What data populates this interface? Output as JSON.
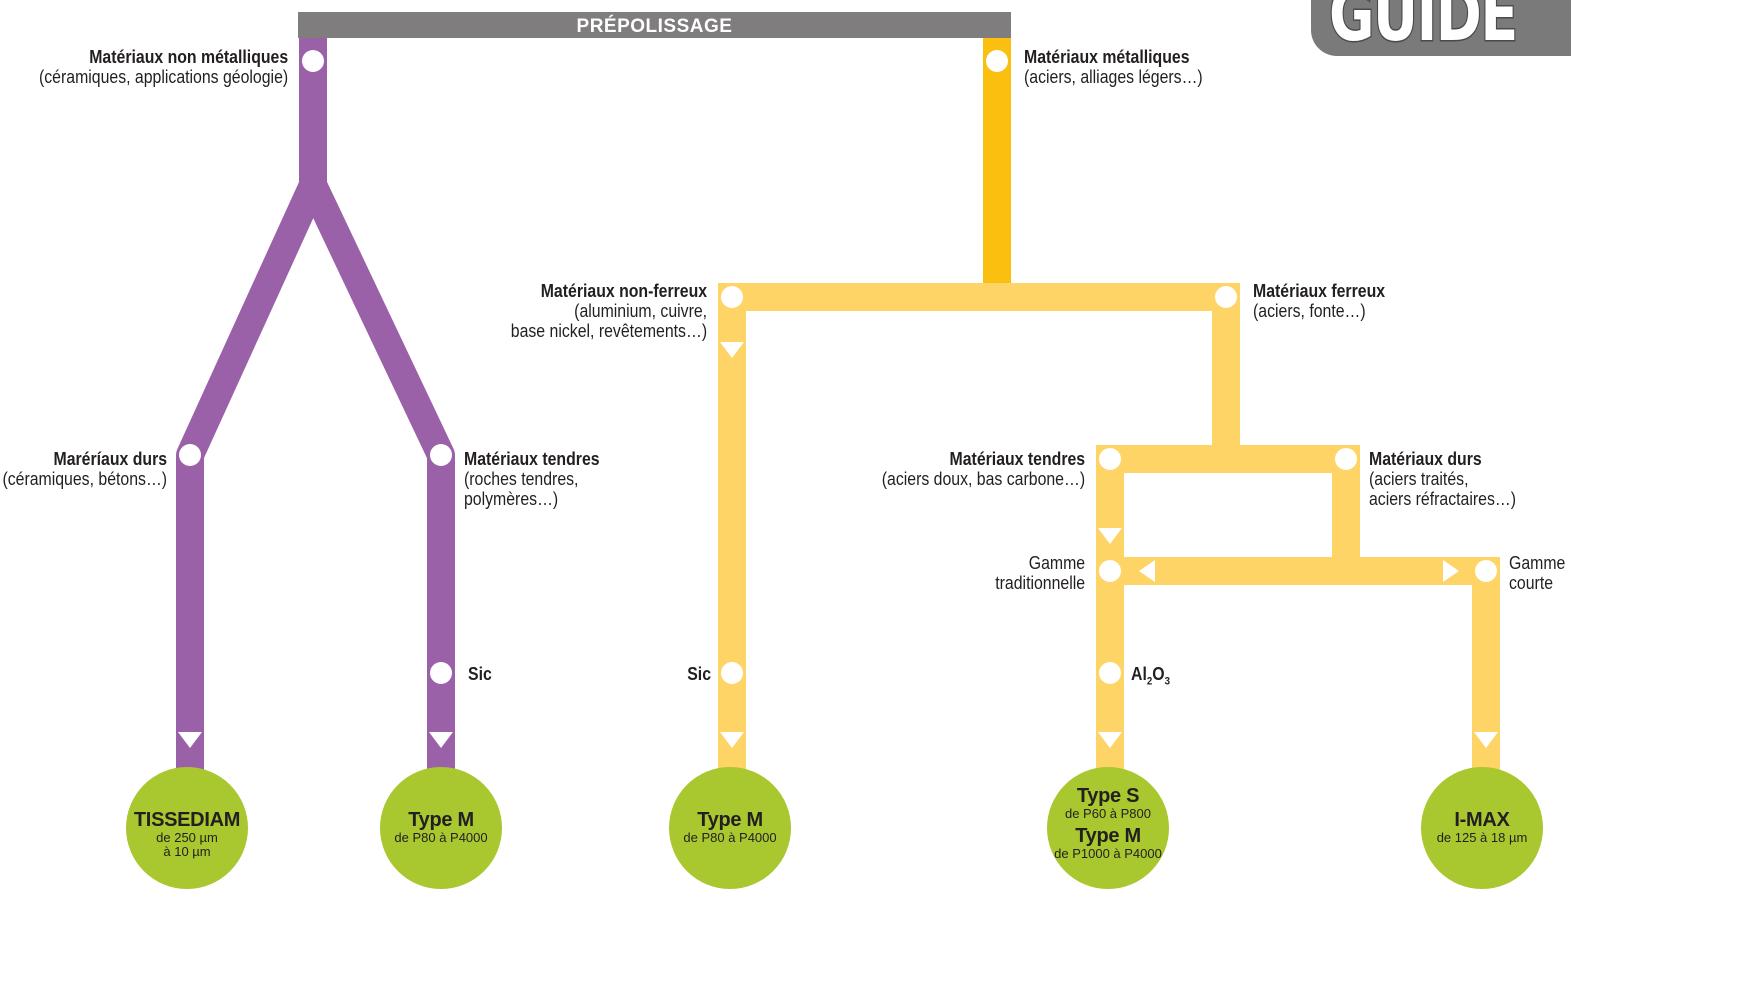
{
  "header": {
    "title": "PRÉPOLISSAGE"
  },
  "corner_tag": "GUIDE",
  "colors": {
    "purple": "#9b61a8",
    "orange": "#fbbf10",
    "light_yellow": "#fed467",
    "green": "#a9c72e",
    "header_gray": "#7f7d7e"
  },
  "nodes": {
    "non_metal": {
      "title": "Matériaux non métalliques",
      "sub": "(céramiques, applications géologie)"
    },
    "metal": {
      "title": "Matériaux métalliques",
      "sub": "(aciers, alliages légers…)"
    },
    "hard_nonmetal": {
      "title": "Maréríaux durs",
      "sub": "(céramiques, bétons…)"
    },
    "soft_nonmetal": {
      "title": "Matériaux tendres",
      "sub1": "(roches tendres,",
      "sub2": "polymères…)"
    },
    "non_ferrous": {
      "title": "Matériaux non-ferreux",
      "sub1": "(aluminium, cuivre,",
      "sub2": "base nickel, revêtements…)"
    },
    "ferrous": {
      "title": "Matériaux ferreux",
      "sub": "(aciers, fonte…)"
    },
    "soft_ferrous": {
      "title": "Matériaux tendres",
      "sub": "(aciers doux, bas carbone…)"
    },
    "hard_ferrous": {
      "title": "Matériaux durs",
      "sub1": "(aciers traités,",
      "sub2": "aciers réfractaires…)"
    },
    "range_trad": {
      "line1": "Gamme",
      "line2": "traditionnelle"
    },
    "range_short": {
      "line1": "Gamme",
      "line2": "courte"
    },
    "sic_1": "Sic",
    "sic_2": "Sic",
    "al2o3": {
      "base": "Al",
      "sub1": "2",
      "mid": "O",
      "sub2": "3"
    }
  },
  "products": [
    {
      "name": "TISSEDIAM",
      "range1": "de 250 µm",
      "range2": "à 10 µm"
    },
    {
      "name": "Type M",
      "range1": "de P80 à P4000"
    },
    {
      "name": "Type M",
      "range1": "de P80 à P4000"
    },
    {
      "name": "Type S",
      "range1": "de P60 à P800",
      "name2": "Type M",
      "range2": "de P1000 à P4000"
    },
    {
      "name": "I-MAX",
      "range1": "de 125 à 18 µm"
    }
  ]
}
